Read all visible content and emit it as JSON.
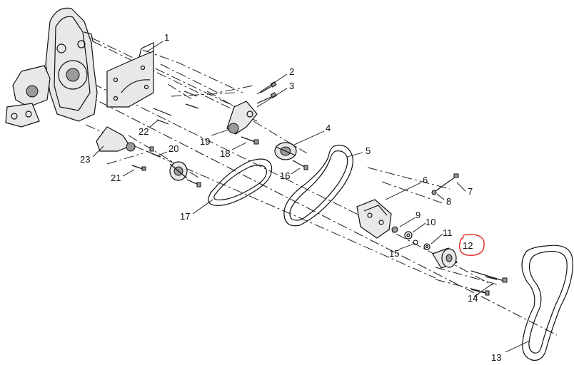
{
  "callouts": [
    {
      "id": "1",
      "label": "1"
    },
    {
      "id": "2",
      "label": "2"
    },
    {
      "id": "3",
      "label": "3"
    },
    {
      "id": "4",
      "label": "4"
    },
    {
      "id": "5",
      "label": "5"
    },
    {
      "id": "6",
      "label": "6"
    },
    {
      "id": "7",
      "label": "7"
    },
    {
      "id": "8",
      "label": "8"
    },
    {
      "id": "9",
      "label": "9"
    },
    {
      "id": "10",
      "label": "10"
    },
    {
      "id": "11",
      "label": "11"
    },
    {
      "id": "12",
      "label": "12"
    },
    {
      "id": "13",
      "label": "13"
    },
    {
      "id": "14",
      "label": "14"
    },
    {
      "id": "15",
      "label": "15"
    },
    {
      "id": "16",
      "label": "16"
    },
    {
      "id": "17",
      "label": "17"
    },
    {
      "id": "18",
      "label": "18"
    },
    {
      "id": "19",
      "label": "19"
    },
    {
      "id": "20",
      "label": "20"
    },
    {
      "id": "21",
      "label": "21"
    },
    {
      "id": "22",
      "label": "22"
    },
    {
      "id": "23",
      "label": "23"
    }
  ],
  "highlight": {
    "callout": "12",
    "color": "#e0302a"
  }
}
